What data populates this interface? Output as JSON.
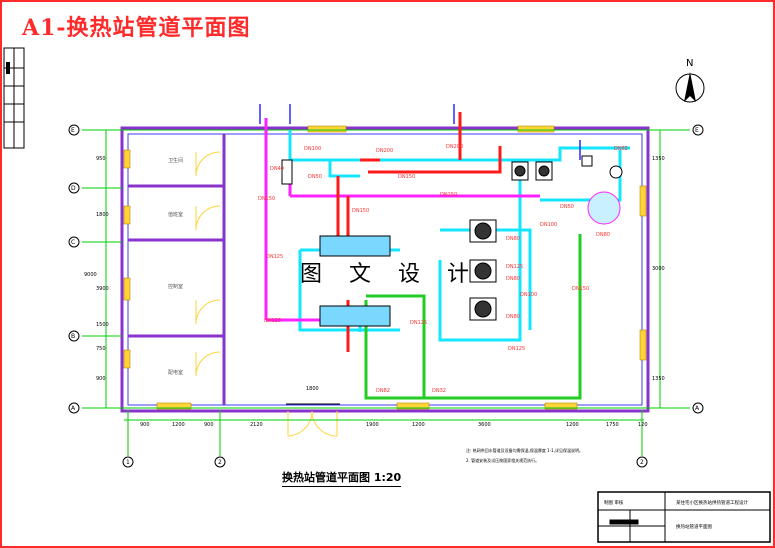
{
  "title": "A1-换热站管道平面图",
  "drawing_caption": "换热站管道平面图 1:20",
  "watermark": "图 文 设 计",
  "north_label": "N",
  "grid_rows": [
    "E",
    "D",
    "C",
    "B",
    "A"
  ],
  "grid_cols": [
    "1",
    "2"
  ],
  "top_dims": [
    "900",
    "1200",
    "900",
    "2120",
    "1900",
    "1200",
    "3600",
    "1200",
    "1750",
    "120"
  ],
  "door_dim": "1800",
  "left_dims": [
    "950",
    "1800",
    "3900",
    "1500",
    "750",
    "900"
  ],
  "left_total": "9000",
  "right_dims": [
    "1350",
    "3000",
    "1350"
  ],
  "pipe_labels": [
    "DN40",
    "DN50",
    "DN150",
    "DN125",
    "DN100",
    "DN150",
    "DN200",
    "DN150",
    "DN125",
    "DN80",
    "DN150",
    "DN80",
    "DN80",
    "DN125",
    "DN100",
    "DN150",
    "DN125",
    "DN100",
    "DN50",
    "DN65",
    "DN80",
    "DN82",
    "DN32",
    "DN200",
    "DN125"
  ],
  "room_labels": [
    "卫生间",
    "值班室",
    "控制室",
    "配电室"
  ],
  "notes": [
    "注: 热网供回水管道及设备均需保温,保温厚度 1-1,详见保温说明。",
    "2. 管道安装及试压按国家相关规范执行。"
  ],
  "title_block": {
    "project": "某住宅小区换热站供热管道工程设计",
    "drawing": "换热站管道平面图",
    "sign": "制图 审核"
  },
  "colors": {
    "frame": "#ff2a2a",
    "wall": "#8833cc",
    "cyan_pipe": "#14e6ff",
    "magenta_pipe": "#ff22ff",
    "red_pipe": "#ff1a1a",
    "green_pipe": "#22cc22",
    "dim": "#00cc00",
    "window": "#ffd43a",
    "label": "#ff3030"
  }
}
